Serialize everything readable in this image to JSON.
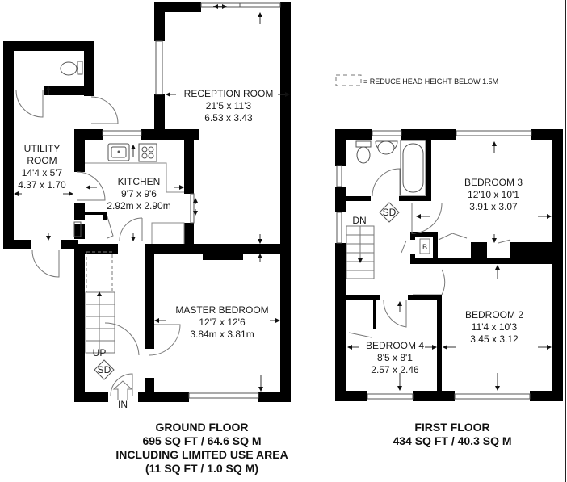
{
  "legend": {
    "text": "= REDUCE HEAD HEIGHT BELOW 1.5M",
    "symbol": "dashed-rectangle"
  },
  "ground_floor": {
    "rooms": [
      {
        "name": "RECEPTION ROOM",
        "imperial": "21'5 x 11'3",
        "metric": "6.53 x 3.43"
      },
      {
        "name_line1": "UTILITY",
        "name_line2": "ROOM",
        "imperial": "14'4 x 5'7",
        "metric": "4.37 x 1.70"
      },
      {
        "name": "KITCHEN",
        "imperial": "9'7 x 9'6",
        "metric": "2.92m x 2.90m"
      },
      {
        "name": "MASTER BEDROOM",
        "imperial": "12'7 x 12'6",
        "metric": "3.84m x 3.81m"
      }
    ],
    "labels": {
      "up": "UP",
      "smoke_detector": "SD",
      "entrance": "IN"
    },
    "caption": {
      "title": "GROUND FLOOR",
      "area": "695 SQ FT / 64.6 SQ M",
      "note": "INCLUDING LIMITED USE AREA",
      "limited_area": "(11 SQ FT / 1.0 SQ M)"
    }
  },
  "first_floor": {
    "rooms": [
      {
        "name": "BEDROOM 3",
        "imperial": "12'10 x 10'1",
        "metric": "3.91 x 3.07"
      },
      {
        "name": "BEDROOM 2",
        "imperial": "11'4 x 10'3",
        "metric": "3.45 x 3.12"
      },
      {
        "name": "BEDROOM 4",
        "imperial": "8'5 x 8'1",
        "metric": "2.57 x 2.46"
      }
    ],
    "labels": {
      "down": "DN",
      "smoke_detector": "SD",
      "boiler": "B"
    },
    "caption": {
      "title": "FIRST FLOOR",
      "area": "434 SQ FT / 40.3 SQ M"
    }
  },
  "colors": {
    "wall": "#000000",
    "line": "#555555",
    "background": "#ffffff"
  }
}
